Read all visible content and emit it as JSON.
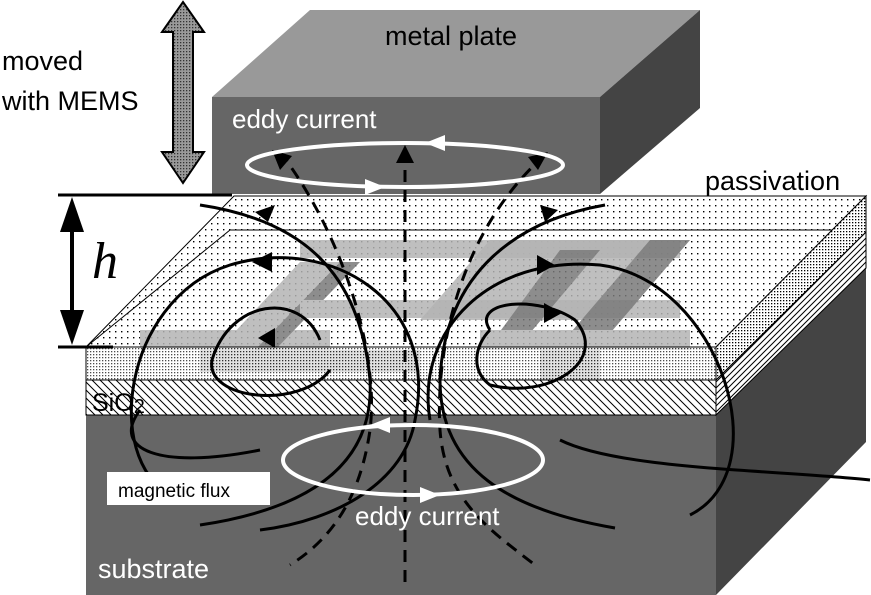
{
  "labels": {
    "moved_line1": "moved",
    "moved_line2": "with MEMS",
    "metal_plate": "metal plate",
    "eddy_current_top": "eddy current",
    "passivation": "passivation",
    "height_symbol": "h",
    "sio2_main": "SiO",
    "sio2_sub": "2",
    "magnetic_flux": "magnetic flux",
    "eddy_current_bottom": "eddy current",
    "substrate": "substrate"
  },
  "colors": {
    "metal_top": "#999999",
    "metal_front": "#666666",
    "metal_side": "#444444",
    "substrate_front": "#666666",
    "substrate_side": "#444444",
    "coil_light": "#b4b4b4",
    "coil_dark": "#7a7a7a",
    "line": "#000000",
    "eddy": "#ffffff"
  }
}
